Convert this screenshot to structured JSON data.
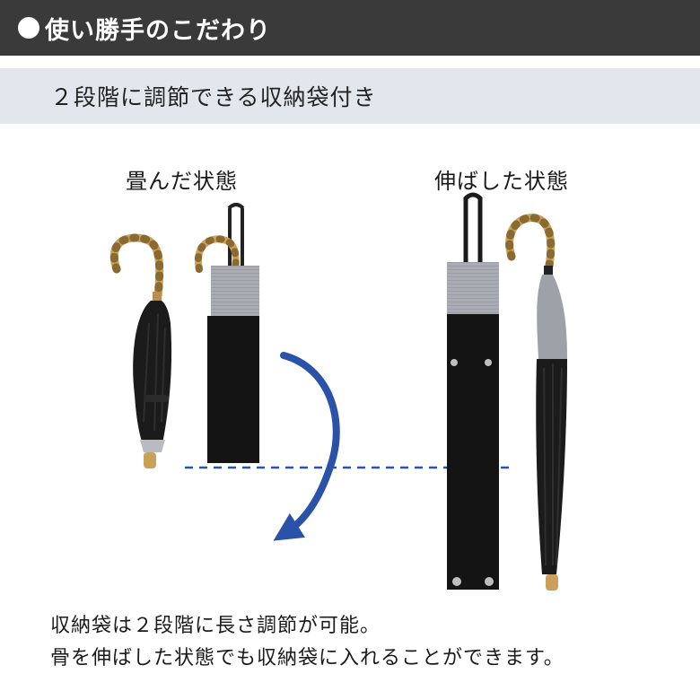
{
  "header": {
    "title": "使い勝手のこだわり"
  },
  "subheader": {
    "title": "２段階に調節できる収納袋付き"
  },
  "states": {
    "folded_label": "畳んだ状態",
    "extended_label": "伸ばした状態"
  },
  "caption": {
    "line1": "収納袋は２段階に長さ調節が可能。",
    "line2": "骨を伸ばした状態でも収納袋に入れることができます。"
  },
  "colors": {
    "header_bg": "#3a3a3a",
    "subheader_bg": "#e2e7ee",
    "arrow": "#2a52a8",
    "canopy": "#1b1b1b",
    "bag": "#141414",
    "bag_top": "#a9adb3",
    "bamboo": "#c9a15a"
  },
  "icons": {
    "bullet": "filled-circle-icon",
    "arrow": "curved-down-arrow-icon"
  }
}
